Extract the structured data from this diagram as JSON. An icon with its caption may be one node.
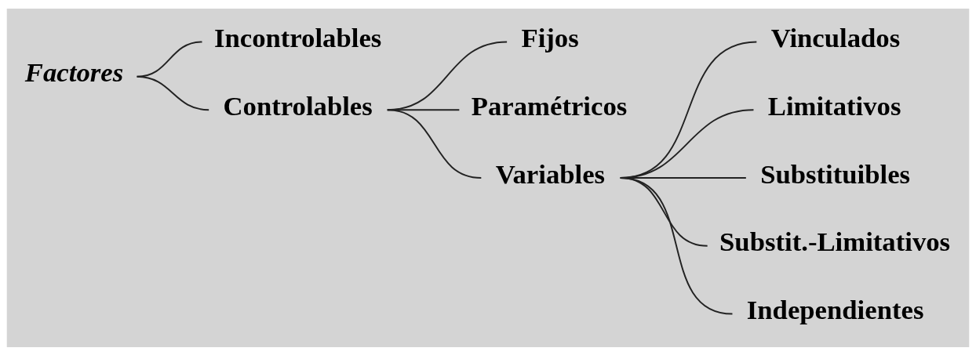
{
  "diagram": {
    "nodes": [
      {
        "text": [
          "Factores"
        ]
      },
      {
        "text": [
          "Incontrolables"
        ]
      },
      {
        "text": [
          "Controlables"
        ]
      },
      {
        "text": [
          "Fijos"
        ]
      },
      {
        "text": [
          "Paramétricos"
        ]
      },
      {
        "text": [
          "Variables"
        ]
      },
      {
        "text": [
          "Vinculados"
        ]
      },
      {
        "text": [
          "Limitativos"
        ]
      },
      {
        "text": [
          "Substituibles"
        ]
      },
      {
        "text": [
          "Substit.-Limitativos"
        ]
      },
      {
        "text": [
          "Independientes"
        ]
      }
    ],
    "edges": [
      {
        "from": 0,
        "to": 1,
        "arrow": "none"
      },
      {
        "from": 0,
        "to": 2,
        "arrow": "none"
      },
      {
        "from": 2,
        "to": 3,
        "arrow": "none"
      },
      {
        "from": 2,
        "to": 4,
        "arrow": "none"
      },
      {
        "from": 2,
        "to": 5,
        "arrow": "none"
      },
      {
        "from": 5,
        "to": 6,
        "arrow": "none"
      },
      {
        "from": 5,
        "to": 7,
        "arrow": "none"
      },
      {
        "from": 5,
        "to": 8,
        "arrow": "none"
      },
      {
        "from": 5,
        "to": 9,
        "arrow": "none"
      },
      {
        "from": 5,
        "to": 10,
        "arrow": "none"
      }
    ]
  }
}
